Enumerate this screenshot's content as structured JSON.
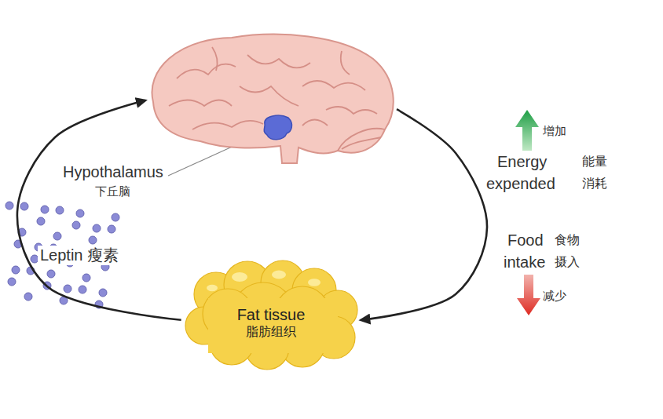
{
  "diagram": {
    "nodes": [
      {
        "text": [
          "Hypothalamus",
          "下丘脑"
        ]
      },
      {
        "text": [
          "Fat tissue",
          "脂肪组织"
        ]
      }
    ],
    "edges": [
      {
        "from": 1,
        "to": 0,
        "arrow": "to",
        "label": "Leptin 瘦素"
      },
      {
        "from": 0,
        "to": 1,
        "arrow": "to"
      }
    ],
    "labels": [
      "增加",
      "Energy",
      "能量",
      "expended",
      "消耗",
      "Food",
      "食物",
      "intake",
      "摄入",
      "减少"
    ]
  }
}
